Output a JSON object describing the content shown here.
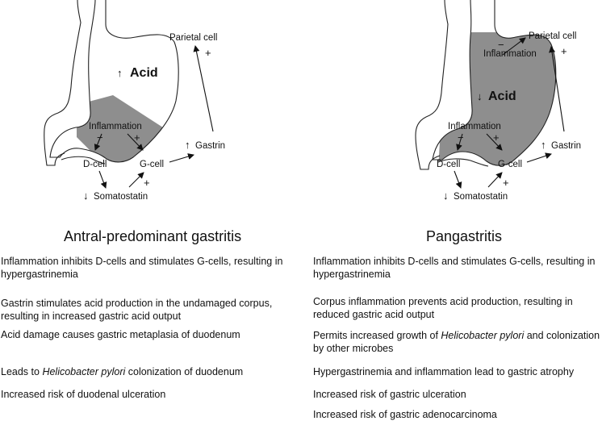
{
  "colors": {
    "inflamed": "#8e8e8e",
    "outline": "#222222",
    "text": "#111111"
  },
  "left": {
    "diagram": {
      "acid": "Acid",
      "acid_arrow": "↑",
      "parietal_cell": "Parietal cell",
      "parietal_sign": "+",
      "inflammation": "Inflammation",
      "inflammation_minus": "−",
      "inflammation_plus": "+",
      "d_cell": "D-cell",
      "g_cell": "G-cell",
      "gastrin": "Gastrin",
      "gastrin_arrow": "↑",
      "somatostatin": "Somatostatin",
      "somatostatin_arrow": "↓",
      "somatostatin_plus": "+"
    },
    "title": "Antral-predominant gastritis",
    "points": [
      {
        "pre": "Inflammation inhibits D-cells and stimulates G-cells, resulting in hypergastrinemia",
        "em": "",
        "post": ""
      },
      {
        "pre": "Gastrin stimulates acid production in the undamaged corpus, resulting in increased gastric acid output",
        "em": "",
        "post": ""
      },
      {
        "pre": "Acid damage causes gastric metaplasia of duodenum",
        "em": "",
        "post": ""
      },
      {
        "pre": "Leads to ",
        "em": "Helicobacter pylori",
        "post": " colonization of duodenum"
      },
      {
        "pre": "Increased risk of duodenal ulceration",
        "em": "",
        "post": ""
      }
    ]
  },
  "right": {
    "diagram": {
      "acid": "Acid",
      "acid_arrow": "↓",
      "parietal_cell": "Parietal cell",
      "parietal_sign": "+",
      "parietal_minus": "−",
      "corpus_inflammation": "Inflammation",
      "inflammation": "Inflammation",
      "inflammation_minus": "−",
      "inflammation_plus": "+",
      "d_cell": "D-cell",
      "g_cell": "G-cell",
      "gastrin": "Gastrin",
      "gastrin_arrow": "↑",
      "somatostatin": "Somatostatin",
      "somatostatin_arrow": "↓",
      "somatostatin_plus": "+"
    },
    "title": "Pangastritis",
    "points": [
      {
        "pre": "Inflammation inhibits D-cells and stimulates G-cells, resulting in hypergastrinemia",
        "em": "",
        "post": ""
      },
      {
        "pre": "Corpus inflammation prevents acid production, resulting in reduced gastric acid output",
        "em": "",
        "post": ""
      },
      {
        "pre": "Permits increased growth of ",
        "em": "Helicobacter pylori",
        "post": " and colonization by other microbes"
      },
      {
        "pre": "Hypergastrinemia and inflammation lead to gastric atrophy",
        "em": "",
        "post": ""
      },
      {
        "pre": "Increased risk of gastric ulceration",
        "em": "",
        "post": ""
      },
      {
        "pre": "Increased risk of gastric adenocarcinoma",
        "em": "",
        "post": ""
      }
    ]
  }
}
